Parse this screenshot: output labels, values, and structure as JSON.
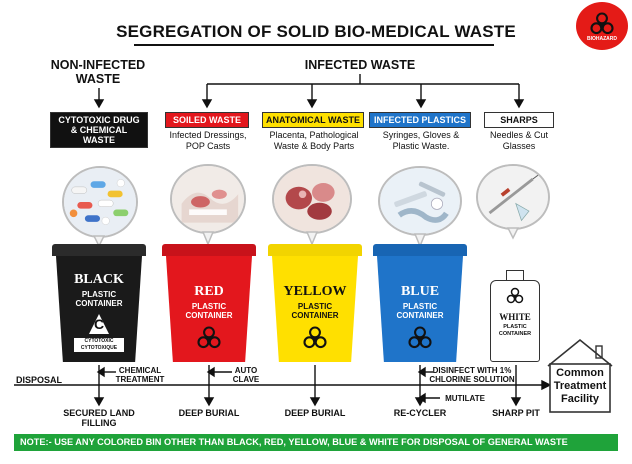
{
  "title": "SEGREGATION OF SOLID BIO-MEDICAL WASTE",
  "badge_text": "BIOHAZARD",
  "headings": {
    "non_infected": "NON-INFECTED WASTE",
    "infected": "INFECTED WASTE"
  },
  "categories": [
    {
      "label": "CYTOTOXIC DRUG & CHEMICAL WASTE",
      "desc": ""
    },
    {
      "label": "SOILED WASTE",
      "desc": "Infected Dressings, POP Casts"
    },
    {
      "label": "ANATOMICAL WASTE",
      "desc": "Placenta, Pathological Waste & Body Parts"
    },
    {
      "label": "INFECTED PLASTICS",
      "desc": "Syringes, Gloves & Plastic Waste."
    },
    {
      "label": "SHARPS",
      "desc": "Needles & Cut Glasses"
    }
  ],
  "bins": [
    {
      "color_name": "BLACK",
      "sub": "PLASTIC CONTAINER",
      "extra": "CYTOTOXIC CYTOTOXIQUE",
      "mark": "C",
      "body": "#1a1a1a",
      "lid": "#2b2b2b",
      "text": "#ffffff"
    },
    {
      "color_name": "RED",
      "sub": "PLASTIC CONTAINER",
      "body": "#e3171d",
      "lid": "#c8121a",
      "text": "#ffffff"
    },
    {
      "color_name": "YELLOW",
      "sub": "PLASTIC CONTAINER",
      "body": "#ffe000",
      "lid": "#f2d400",
      "text": "#111111"
    },
    {
      "color_name": "BLUE",
      "sub": "PLASTIC CONTAINER",
      "body": "#1f74c9",
      "lid": "#1865b3",
      "text": "#ffffff"
    },
    {
      "color_name": "WHITE",
      "sub": "PLASTIC CONTAINER",
      "body": "#ffffff",
      "lid": "#e8e8e8",
      "text": "#111111"
    }
  ],
  "treatments": {
    "chemical": "CHEMICAL TREATMENT",
    "auto_clave": "AUTO CLAVE",
    "disinfect": "DISINFECT WITH 1% CHLORINE SOLUTION",
    "mutilate": "MUTILATE"
  },
  "disposal_label": "DISPOSAL",
  "facility": "Common Treatment Facility",
  "outcomes": [
    "SECURED LAND FILLING",
    "DEEP BURIAL",
    "DEEP BURIAL",
    "RE-CYCLER",
    "SHARP PIT"
  ],
  "note": "NOTE:- USE ANY COLORED BIN OTHER THAN BLACK, RED, YELLOW, BLUE & WHITE FOR DISPOSAL OF GENERAL WASTE"
}
